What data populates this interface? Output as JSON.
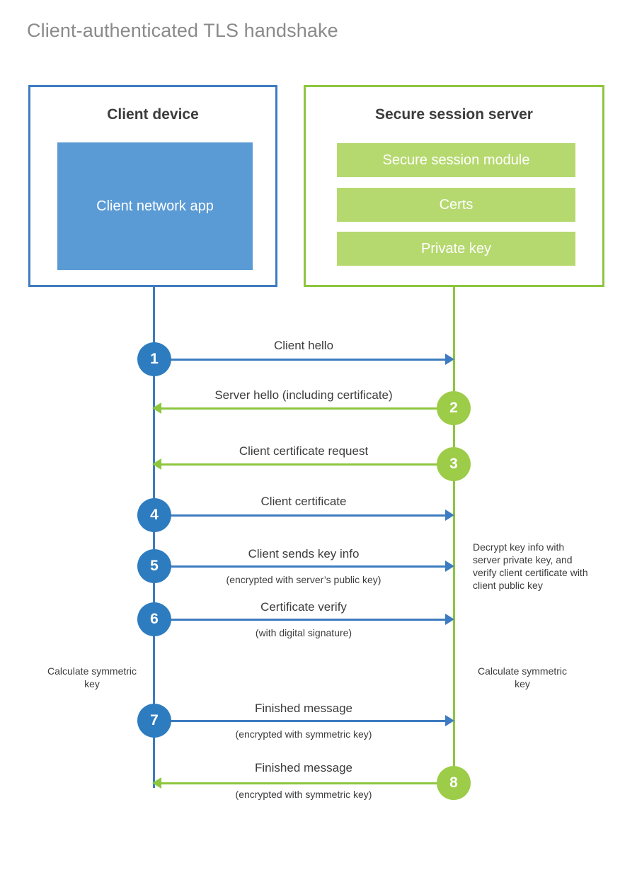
{
  "page_title": "Client-authenticated TLS handshake",
  "colors": {
    "client_blue": "#3d7cc0",
    "client_fill": "#5b9bd5",
    "server_green": "#8dc63f",
    "server_fill": "#b5d96f",
    "step_blue": "#2e7cc0",
    "step_green": "#9ccc48",
    "title_gray": "#8a8a8a",
    "text_dark": "#3c3c3c"
  },
  "actors": {
    "client": {
      "title": "Client device",
      "app_label": "Client network app"
    },
    "server": {
      "title": "Secure session server",
      "components": [
        "Secure session module",
        "Certs",
        "Private key"
      ]
    }
  },
  "steps": [
    {
      "number": "1",
      "label": "Client hello",
      "sublabel": "",
      "direction": "client-to-server",
      "color": "blue"
    },
    {
      "number": "2",
      "label": "Server hello (including certificate)",
      "sublabel": "",
      "direction": "server-to-client",
      "color": "green"
    },
    {
      "number": "3",
      "label": "Client certificate request",
      "sublabel": "",
      "direction": "server-to-client",
      "color": "green"
    },
    {
      "number": "4",
      "label": "Client certificate",
      "sublabel": "",
      "direction": "client-to-server",
      "color": "blue"
    },
    {
      "number": "5",
      "label": "Client sends key info",
      "sublabel": "(encrypted with server’s public key)",
      "direction": "client-to-server",
      "color": "blue"
    },
    {
      "number": "6",
      "label": "Certificate verify",
      "sublabel": "(with digital signature)",
      "direction": "client-to-server",
      "color": "blue"
    },
    {
      "number": "7",
      "label": "Finished message",
      "sublabel": "(encrypted with symmetric key)",
      "direction": "client-to-server",
      "color": "blue"
    },
    {
      "number": "8",
      "label": "Finished message",
      "sublabel": "(encrypted with symmetric key)",
      "direction": "server-to-client",
      "color": "green"
    }
  ],
  "notes": {
    "server_decrypt": "Decrypt key info with server private key, and verify client certificate with client public key",
    "client_symmetric_key": "Calculate symmetric key",
    "server_symmetric_key": "Calculate symmetric key"
  }
}
